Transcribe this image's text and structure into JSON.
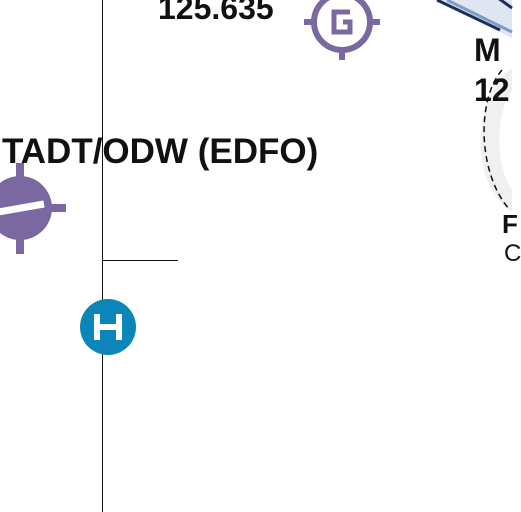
{
  "map": {
    "frequency_label": "125.635",
    "airport_name": "TADT/ODW (EDFO)",
    "edge_label_1": "M",
    "edge_label_2": "12",
    "edge_label_3": "F",
    "edge_label_4": "C",
    "colors": {
      "airfield_purple": "#7a68a0",
      "heliport_blue": "#0c86b8",
      "restricted_area_outline": "#5d7aa8",
      "restricted_area_fill": "#dfe6f2",
      "line": "#111111"
    },
    "icons": [
      "gliding-site-icon",
      "airfield-icon",
      "heliport-icon"
    ]
  }
}
